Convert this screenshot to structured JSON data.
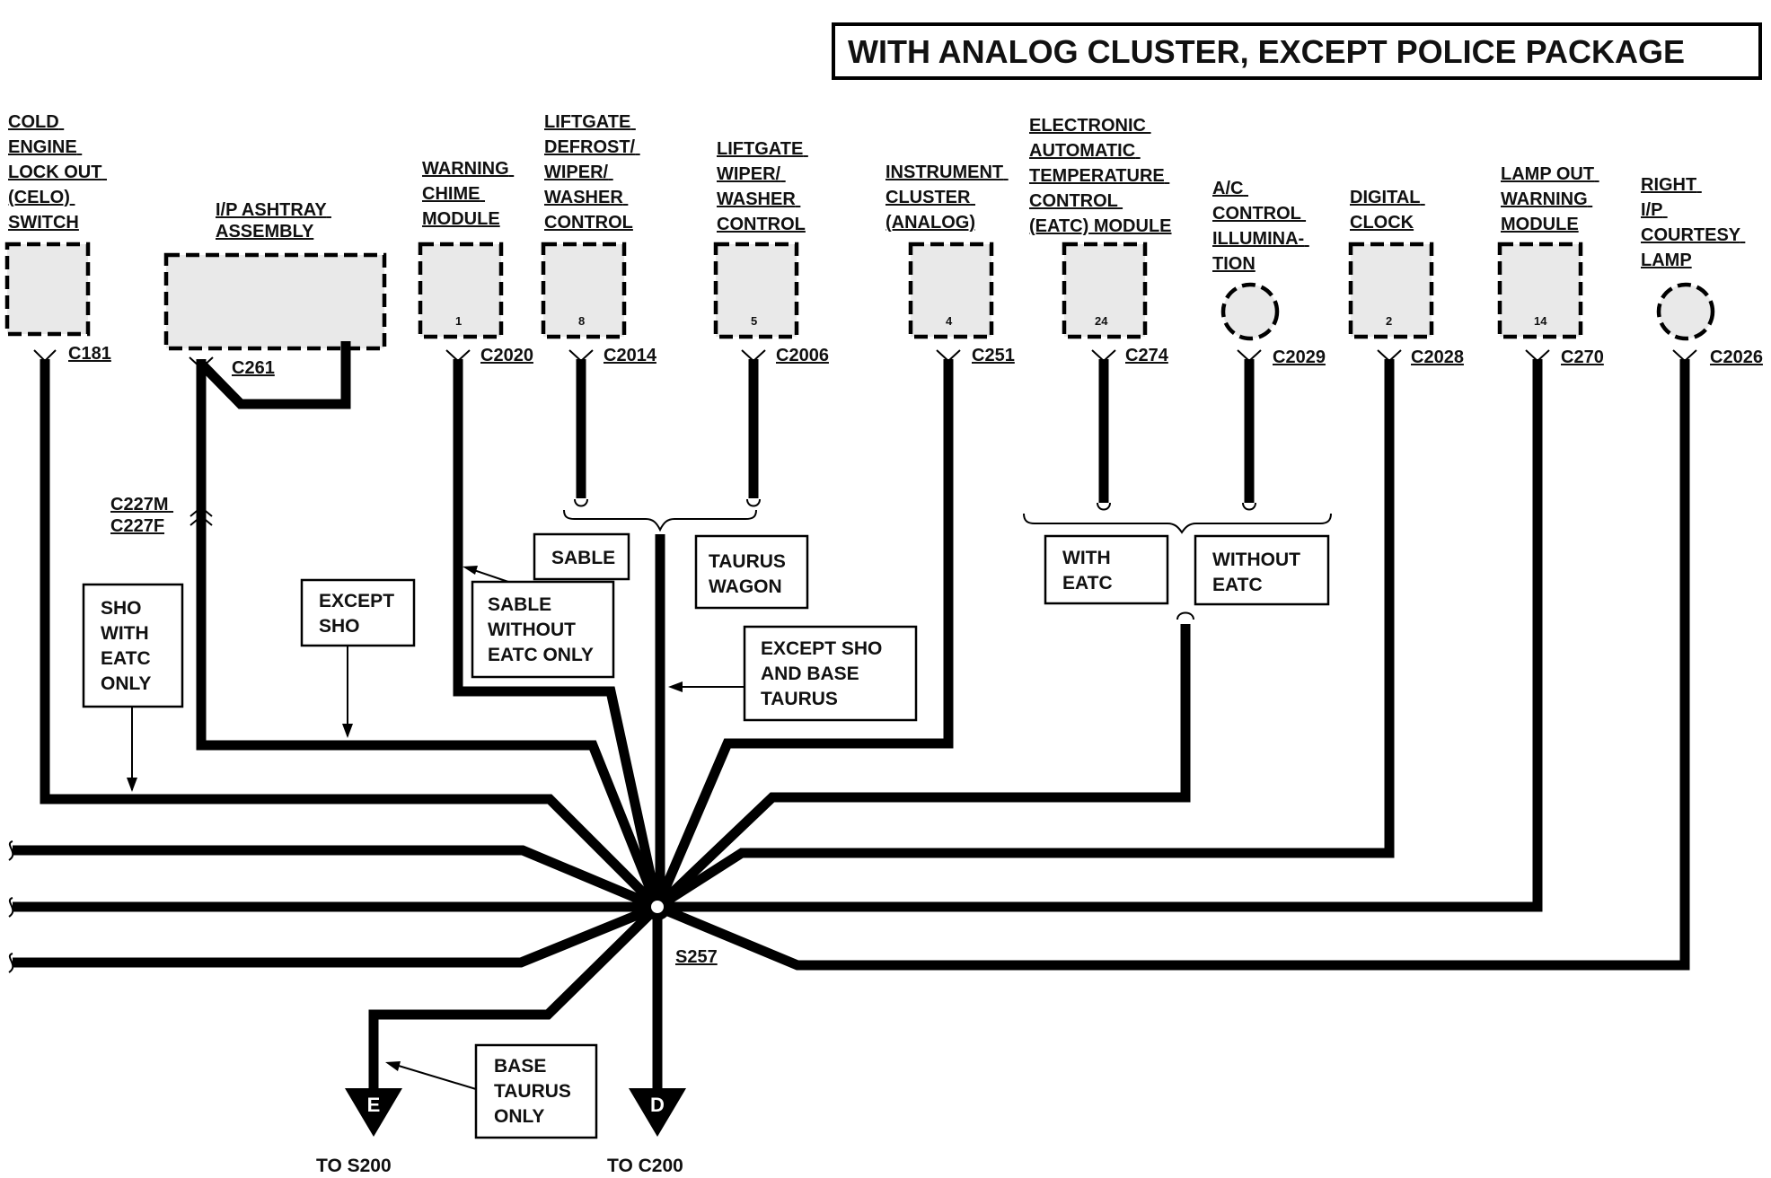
{
  "title": "WITH ANALOG CLUSTER, EXCEPT POLICE PACKAGE",
  "components": [
    {
      "id": "celo",
      "lines": [
        "COLD",
        "ENGINE",
        "LOCK OUT",
        "(CELO)",
        "SWITCH"
      ],
      "connector": "C181",
      "pin": ""
    },
    {
      "id": "ashtray",
      "lines": [
        "I/P ASHTRAY",
        "ASSEMBLY"
      ],
      "connector": "C261",
      "pin": ""
    },
    {
      "id": "chime",
      "lines": [
        "WARNING",
        "CHIME",
        "MODULE"
      ],
      "connector": "C2020",
      "pin": "1"
    },
    {
      "id": "liftgate-defrost",
      "lines": [
        "LIFTGATE",
        "DEFROST/",
        "WIPER/",
        "WASHER",
        "CONTROL"
      ],
      "connector": "C2014",
      "pin": "8"
    },
    {
      "id": "liftgate-wiper",
      "lines": [
        "LIFTGATE",
        "WIPER/",
        "WASHER",
        "CONTROL"
      ],
      "connector": "C2006",
      "pin": "5"
    },
    {
      "id": "cluster",
      "lines": [
        "INSTRUMENT",
        "CLUSTER",
        "(ANALOG)"
      ],
      "connector": "C251",
      "pin": "4"
    },
    {
      "id": "eatc",
      "lines": [
        "ELECTRONIC",
        "AUTOMATIC",
        "TEMPERATURE",
        "CONTROL",
        "(EATC) MODULE"
      ],
      "connector": "C274",
      "pin": "24"
    },
    {
      "id": "ac-illum",
      "lines": [
        "A/C",
        "CONTROL",
        "ILLUMINA-",
        "TION"
      ],
      "connector": "C2029",
      "pin": ""
    },
    {
      "id": "clock",
      "lines": [
        "DIGITAL",
        "CLOCK"
      ],
      "connector": "C2028",
      "pin": "2"
    },
    {
      "id": "lamp-out",
      "lines": [
        "LAMP OUT",
        "WARNING",
        "MODULE"
      ],
      "connector": "C270",
      "pin": "14"
    },
    {
      "id": "courtesy",
      "lines": [
        "RIGHT",
        "I/P",
        "COURTESY",
        "LAMP"
      ],
      "connector": "C2026",
      "pin": ""
    }
  ],
  "inline_connector": [
    "C227M",
    "C227F"
  ],
  "splice": "S257",
  "notes": {
    "sho_with_eatc": [
      "SHO",
      "WITH",
      "EATC",
      "ONLY"
    ],
    "except_sho": [
      "EXCEPT",
      "SHO"
    ],
    "sable_without_eatc": [
      "SABLE",
      "WITHOUT",
      "EATC ONLY"
    ],
    "sable": [
      "SABLE"
    ],
    "taurus_wagon": [
      "TAURUS",
      "WAGON"
    ],
    "except_sho_base": [
      "EXCEPT SHO",
      "AND BASE",
      "TAURUS"
    ],
    "with_eatc": [
      "WITH",
      "EATC"
    ],
    "without_eatc": [
      "WITHOUT",
      "EATC"
    ],
    "base_taurus": [
      "BASE",
      "TAURUS",
      "ONLY"
    ]
  },
  "outputs": [
    {
      "letter": "E",
      "label": "TO S200"
    },
    {
      "letter": "D",
      "label": "TO  C200"
    }
  ]
}
